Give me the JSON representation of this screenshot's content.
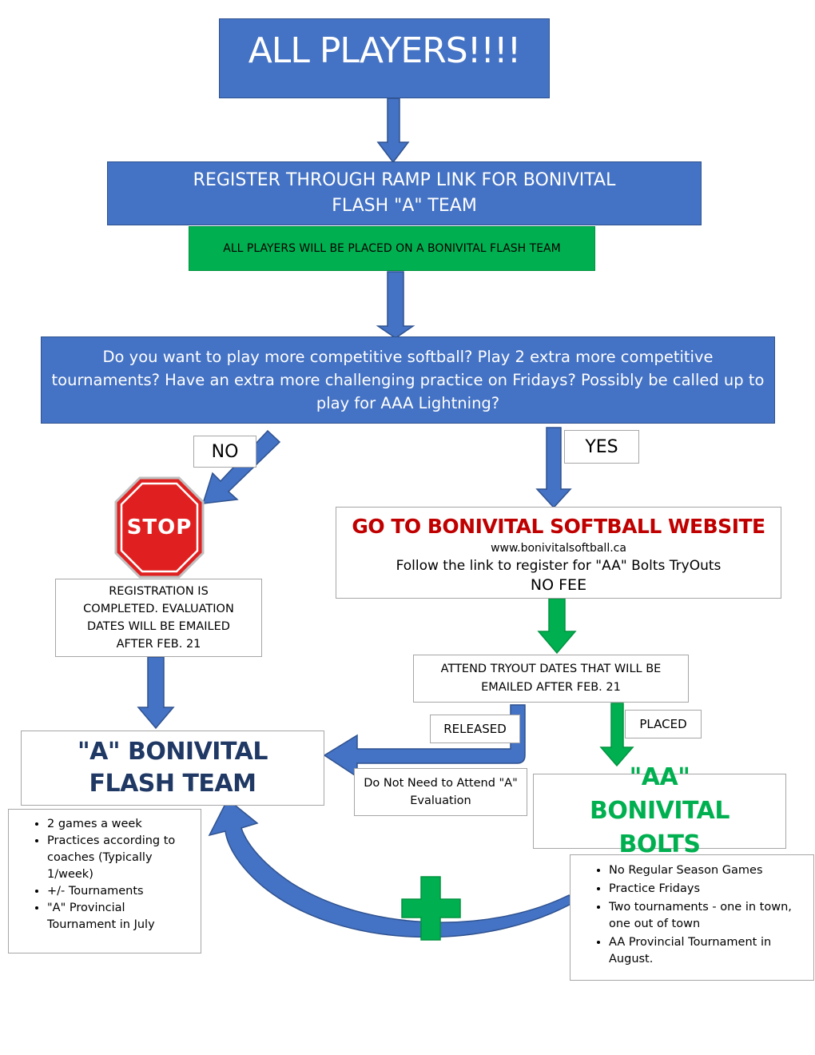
{
  "title": "ALL PLAYERS!!!!",
  "register": "REGISTER THROUGH RAMP LINK FOR BONIVITAL FLASH \"A\" TEAM",
  "placed_note": "ALL PLAYERS WILL BE PLACED ON A BONIVITAL FLASH TEAM",
  "question": "Do you want to play more competitive softball? Play 2 extra more competitive tournaments? Have an extra more challenging practice on Fridays? Possibly be called up to play for AAA Lightning?",
  "no_label": "NO",
  "yes_label": "YES",
  "stop_sign": "STOP",
  "registration_done": "REGISTRATION IS COMPLETED. EVALUATION DATES WILL BE EMAILED AFTER FEB. 21",
  "website": {
    "heading": "GO TO BONIVITAL SOFTBALL WEBSITE",
    "url": "www.bonivitalsoftball.ca",
    "follow": "Follow the link to register for \"AA\" Bolts TryOuts",
    "fee": "NO FEE"
  },
  "tryout": "ATTEND TRYOUT DATES THAT WILL BE EMAILED AFTER FEB. 21",
  "released_label": "RELEASED",
  "placed_label": "PLACED",
  "a_team": "\"A\" BONIVITAL FLASH TEAM",
  "no_eval": "Do Not Need to Attend \"A\" Evaluation",
  "aa_team": "\"AA\" BONIVITAL BOLTS",
  "a_team_details": [
    "2 games a week",
    "Practices according to coaches (Typically 1/week)",
    "+/- Tournaments",
    "\"A\" Provincial Tournament in July"
  ],
  "aa_team_details": [
    "No Regular Season Games",
    "Practice Fridays",
    "Two tournaments - one in town, one out of town",
    "AA Provincial Tournament in August."
  ],
  "colors": {
    "blue_box": "#4472c4",
    "green_box": "#00b050",
    "red_heading": "#c00000",
    "navy_text": "#1f3864",
    "green_text": "#00b050",
    "stop_red": "#e02020"
  }
}
